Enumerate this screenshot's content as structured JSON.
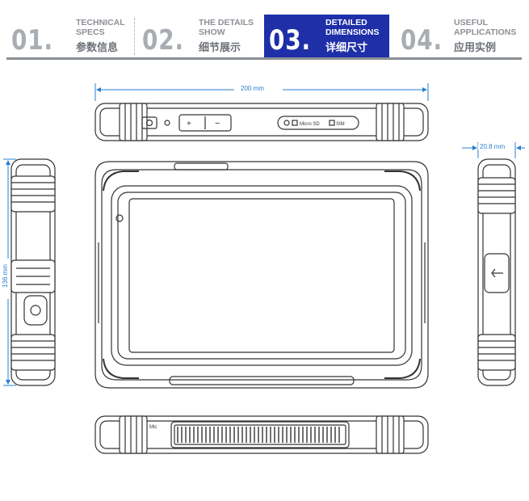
{
  "tabs": [
    {
      "num": "01.",
      "en_line1": "TECHNICAL",
      "en_line2": "SPECS",
      "cn": "参数信息",
      "active": false
    },
    {
      "num": "02.",
      "en_line1": "THE DETAILS",
      "en_line2": "SHOW",
      "cn": "细节展示",
      "active": false
    },
    {
      "num": "03.",
      "en_line1": "DETAILED",
      "en_line2": "DIMENSIONS",
      "cn": "详细尺寸",
      "active": true
    },
    {
      "num": "04.",
      "en_line1": "USEFUL",
      "en_line2": "APPLICATIONS",
      "cn": "应用实例",
      "active": false
    }
  ],
  "dimensions": {
    "width": "200 mm",
    "depth": "20.8 mm",
    "height": "136 mm"
  },
  "top_view_labels": {
    "micro_sd": "Micro SD",
    "sim": "SIM"
  },
  "bottom_view_label": "Mic",
  "colors": {
    "active_tab": "#1f2fa8",
    "dimension_line": "#2a7fd0",
    "inactive_text": "#a8adb3",
    "outline": "#333333"
  }
}
